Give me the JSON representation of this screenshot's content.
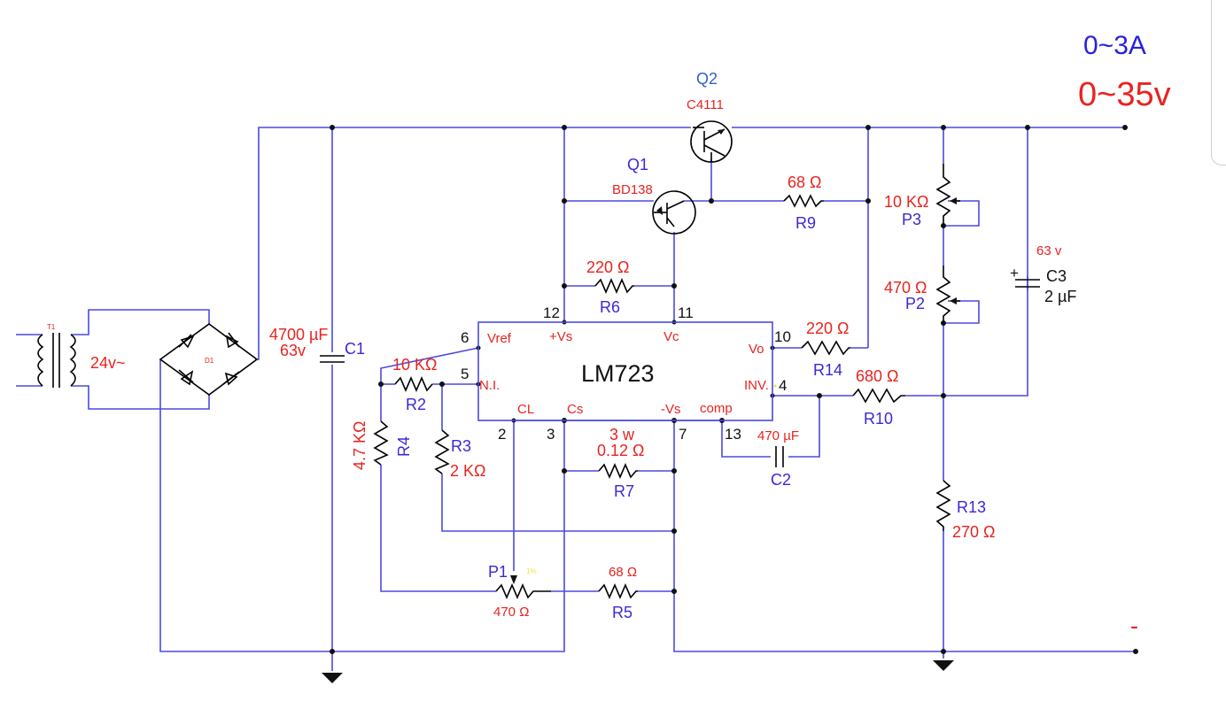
{
  "output": {
    "current": "0~3A",
    "voltage": "0~35v",
    "negative": "-"
  },
  "transformer": {
    "id": "T1",
    "voltage": "24v~"
  },
  "bridge": {
    "id": "D1"
  },
  "ic": {
    "name": "LM723",
    "pins": {
      "p6": {
        "num": "6",
        "label": "Vref"
      },
      "p5": {
        "num": "5",
        "label": "N.I."
      },
      "p12": {
        "num": "12",
        "label": "+Vs"
      },
      "p11": {
        "num": "11",
        "label": "Vc"
      },
      "p10": {
        "num": "10",
        "label": "Vo"
      },
      "p4": {
        "num": "4",
        "label": "INV."
      },
      "p2": {
        "num": "2",
        "label": "CL"
      },
      "p3": {
        "num": "3",
        "label": "Cs"
      },
      "p7": {
        "num": "7",
        "label": "-Vs"
      },
      "p13": {
        "num": "13",
        "label": "comp"
      }
    }
  },
  "components": {
    "Q2": {
      "name": "Q2",
      "part": "C4111"
    },
    "Q1": {
      "name": "Q1",
      "part": "BD138"
    },
    "C1": {
      "name": "C1",
      "value": "4700 µF",
      "rating": "63v"
    },
    "C2": {
      "name": "C2",
      "value": "470 µF"
    },
    "C3": {
      "name": "C3",
      "value": "2 µF",
      "rating": "63 v",
      "plus": "+"
    },
    "R9": {
      "name": "R9",
      "value": "68 Ω"
    },
    "R6": {
      "name": "R6",
      "value": "220 Ω"
    },
    "R14": {
      "name": "R14",
      "value": "220 Ω"
    },
    "R10": {
      "name": "R10",
      "value": "680 Ω"
    },
    "R2": {
      "name": "R2",
      "value": "10 KΩ"
    },
    "R3": {
      "name": "R3",
      "value": "2 KΩ"
    },
    "R4": {
      "name": "R4",
      "value": "4.7 KΩ"
    },
    "R7": {
      "name": "R7",
      "value": "0.12 Ω",
      "power": "3 w"
    },
    "R5": {
      "name": "R5",
      "value": "68 Ω"
    },
    "R13": {
      "name": "R13",
      "value": "270 Ω"
    },
    "P1": {
      "name": "P1",
      "value": "470 Ω",
      "tag": "1%"
    },
    "P2": {
      "name": "P2",
      "value": "470 Ω"
    },
    "P3": {
      "name": "P3",
      "value": "10 KΩ"
    }
  },
  "colors": {
    "wire": "#4a4ae0",
    "value_text": "#e8231f",
    "name_text": "#3a28d8",
    "ic_label": "#e8231f"
  }
}
